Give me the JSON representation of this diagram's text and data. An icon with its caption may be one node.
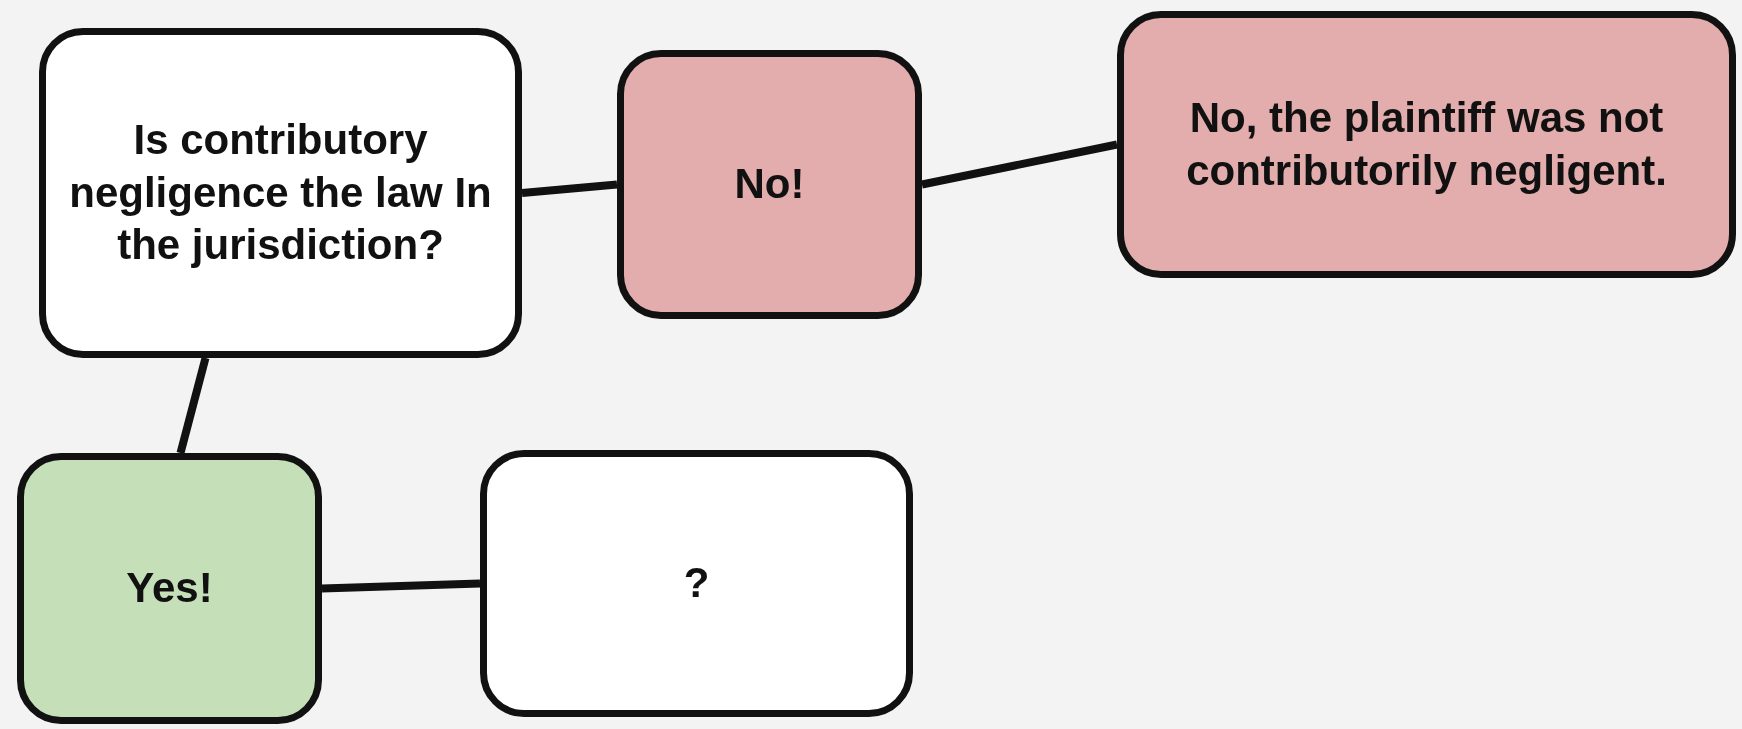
{
  "diagram": {
    "nodes": [
      {
        "text": [
          "Is contributory negligence the law In the jurisdiction?"
        ]
      },
      {
        "text": [
          "No!"
        ]
      },
      {
        "text": [
          "No, the plaintiff was not contributorily negligent."
        ]
      },
      {
        "text": [
          "Yes!"
        ]
      },
      {
        "text": [
          "?"
        ]
      }
    ],
    "edges": [
      {
        "from": 0,
        "to": 1,
        "arrow": "none"
      },
      {
        "from": 1,
        "to": 2,
        "arrow": "none"
      },
      {
        "from": 0,
        "to": 3,
        "arrow": "none"
      },
      {
        "from": 3,
        "to": 4,
        "arrow": "none"
      }
    ]
  }
}
